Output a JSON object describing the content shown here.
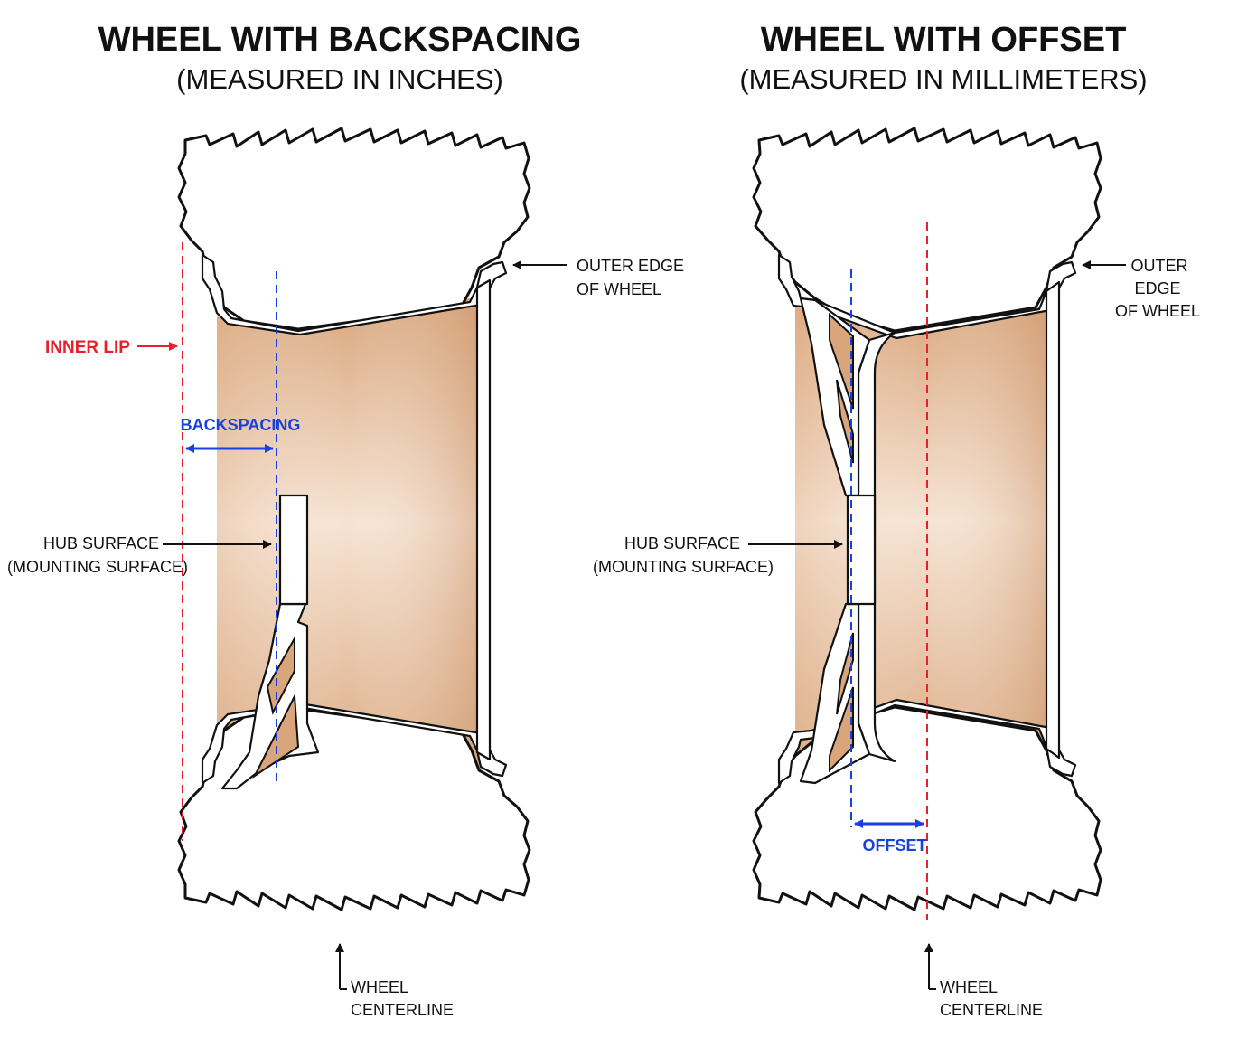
{
  "left": {
    "title": "WHEEL WITH BACKSPACING",
    "subtitle": "(MEASURED IN INCHES)",
    "outer_edge": [
      "OUTER EDGE",
      "OF WHEEL"
    ],
    "inner_lip": "INNER LIP",
    "measure": "BACKSPACING",
    "hub": [
      "HUB SURFACE",
      "(MOUNTING SURFACE)"
    ],
    "centerline": [
      "WHEEL",
      "CENTERLINE"
    ]
  },
  "right": {
    "title": "WHEEL WITH OFFSET",
    "subtitle": "(MEASURED IN MILLIMETERS)",
    "outer_edge": [
      "OUTER",
      "EDGE",
      "OF WHEEL"
    ],
    "measure": "OFFSET",
    "hub": [
      "HUB SURFACE",
      "(MOUNTING SURFACE)"
    ],
    "centerline": [
      "WHEEL",
      "CENTERLINE"
    ]
  },
  "colors": {
    "red_line": "#e8202a",
    "blue_line": "#1a3fe0",
    "barrel_light": "#f6e3d3",
    "barrel_dark": "#d9a67c",
    "outline": "#111111"
  }
}
